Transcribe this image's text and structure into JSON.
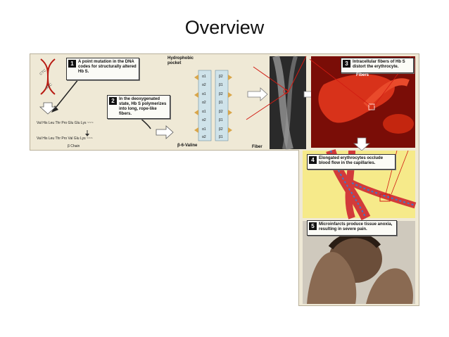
{
  "title": "Overview",
  "steps": [
    {
      "number": "1",
      "text": "A point mutation in the DNA codes for structurally altered Hb S."
    },
    {
      "number": "2",
      "text": "In the deoxygenated state, Hb S polymerizes into long, rope-like fibers."
    },
    {
      "number": "3",
      "text": "Intracellular fibers of Hb S distort the erythrocyte."
    },
    {
      "number": "4",
      "text": "Elongated erythrocytes occlude blood flow in the capillaries."
    },
    {
      "number": "5",
      "text": "Microinfarcts produce tissue anoxia, resulting in severe pain."
    }
  ],
  "labels": {
    "codon_a": "CTC",
    "codon_b": "GAC",
    "seq_normal": "Val His Leu Thr Pro Glu Glu Lys ~~~",
    "seq_mutant": "Val His Leu Thr Pro Val Glu Lys ~~~",
    "chain": "β Chain",
    "hydrophobic": "Hydrophobic pocket",
    "valine": "β-6-Valine",
    "fiber": "Fiber",
    "fibers": "Fibers"
  },
  "subunits": [
    "α1",
    "β2",
    "α2",
    "β1",
    "α1",
    "β2",
    "α2",
    "β1",
    "α1",
    "β2",
    "α2",
    "β1",
    "α1",
    "β2",
    "α2",
    "β1"
  ],
  "colors": {
    "panel": "#efe9d6",
    "red": "#d11b12",
    "cell": "#c8321c",
    "vessel": "#f6ea8a",
    "skin": "#8a6a52"
  }
}
